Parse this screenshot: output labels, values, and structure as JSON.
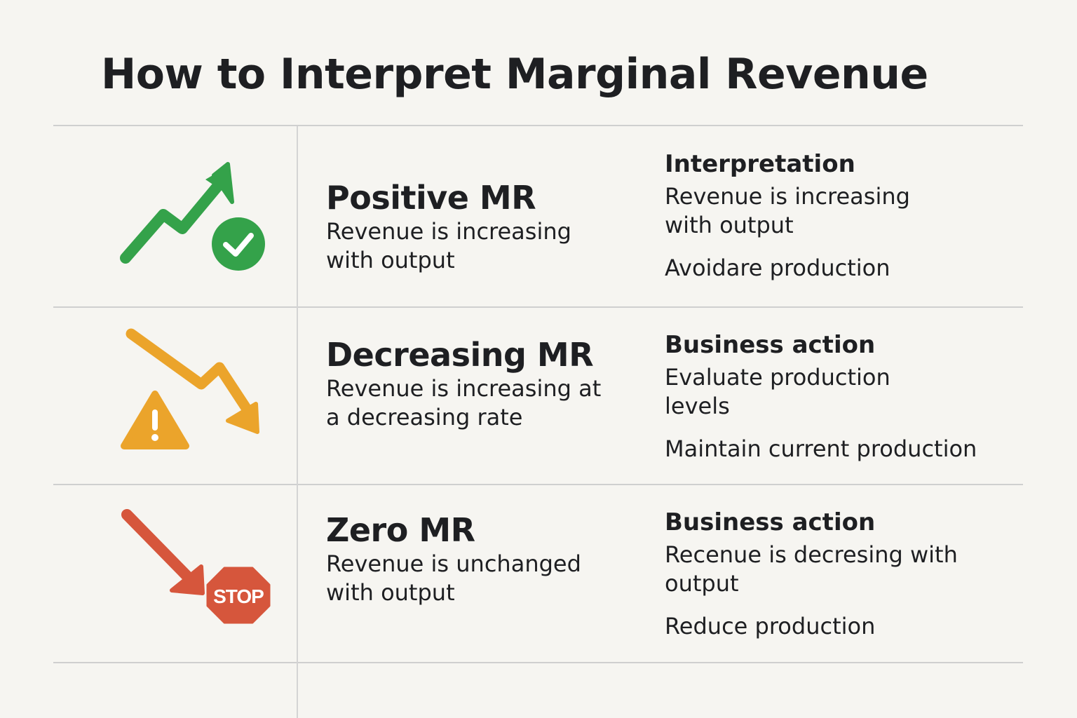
{
  "title": "How to Interpret Marginal Revenue",
  "colors": {
    "positive": "#34a24a",
    "decreasing": "#eba42b",
    "zero": "#d6563c",
    "divider": "#cfcfcf",
    "background": "#f6f5f1"
  },
  "rows": [
    {
      "icon": "trend-up-check-icon",
      "name": "Positive MR",
      "description": "Revenue is increasing with output",
      "info_heading": "Interpretation",
      "info_text": "Revenue is increasing with output",
      "info_action": "Avoidare production"
    },
    {
      "icon": "trend-down-warning-icon",
      "name": "Decreasing MR",
      "description": "Revenue is increasing at a decreasing rate",
      "info_heading": "Business action",
      "info_text": "Evaluate production levels",
      "info_action": "Maintain current production"
    },
    {
      "icon": "arrow-down-stop-icon",
      "name": "Zero MR",
      "description": "Revenue is unchanged with output",
      "info_heading": "Business action",
      "info_text": "Recenue is decresing with output",
      "info_action": "Reduce production"
    }
  ],
  "stop_sign_text": "STOP"
}
